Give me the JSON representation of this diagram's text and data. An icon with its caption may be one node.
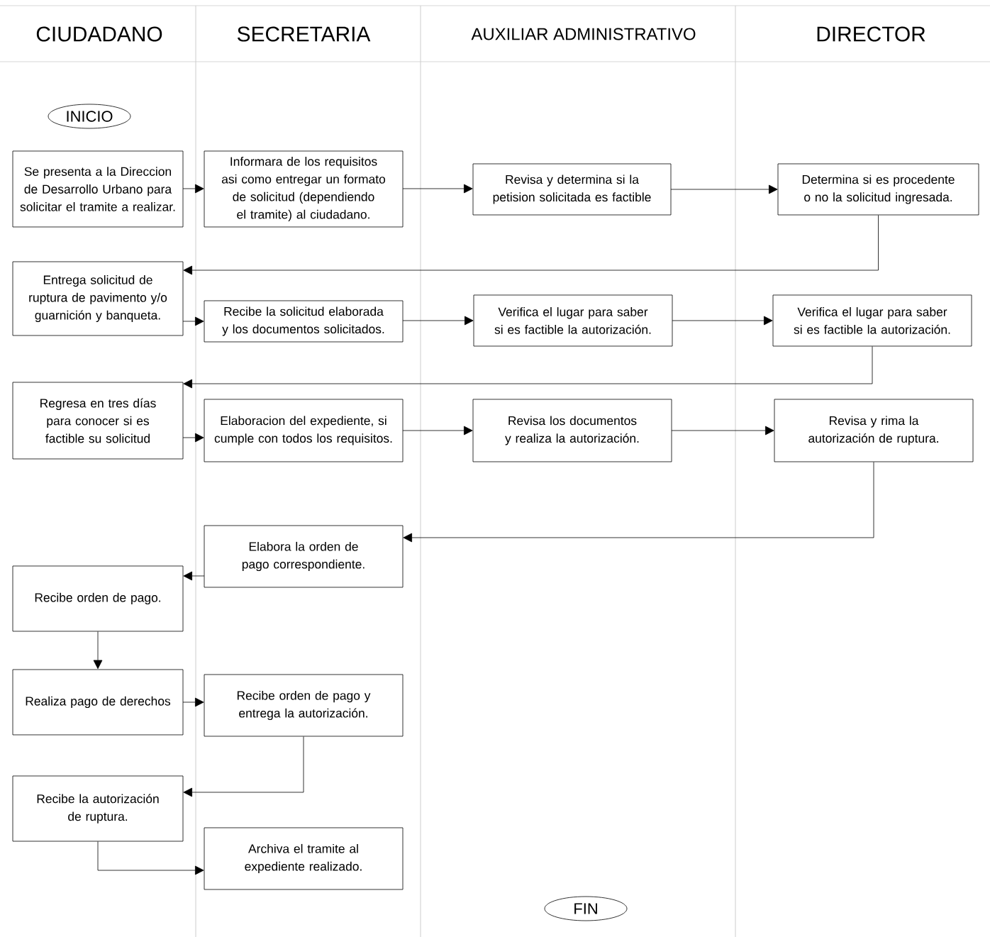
{
  "diagram": {
    "nodes": [
      {
        "text": [
          "INICIO"
        ]
      },
      {
        "text": [
          "Se presenta a la Direccion de Desarrollo Urbano para solicitar el tramite a realizar."
        ]
      },
      {
        "text": [
          "Informara de los requisitos asi como entregar un formato de solicitud (dependiendo el tramite) al ciudadano."
        ]
      },
      {
        "text": [
          "Revisa y determina si la petision solicitada es factible"
        ]
      },
      {
        "text": [
          "Determina si es procedente o no la solicitud ingresada."
        ]
      },
      {
        "text": [
          "Entrega solicitud de ruptura de pavimento y/o guarnición y banqueta."
        ]
      },
      {
        "text": [
          "Recibe la solicitud elaborada y los documentos solicitados."
        ]
      },
      {
        "text": [
          "Verifica el lugar para saber si es factible la autorización."
        ]
      },
      {
        "text": [
          "Verifica el lugar para saber si es factible la autorización."
        ]
      },
      {
        "text": [
          "Regresa en tres días para conocer si es factible su solicitud"
        ]
      },
      {
        "text": [
          "Elaboracion del expediente, si cumple con todos los requisitos."
        ]
      },
      {
        "text": [
          "Revisa los documentos y realiza la autorización."
        ]
      },
      {
        "text": [
          "Revisa y rima la autorización de ruptura."
        ]
      },
      {
        "text": [
          "Elabora la orden de pago correspondiente."
        ]
      },
      {
        "text": [
          "Recibe orden de pago."
        ]
      },
      {
        "text": [
          "Realiza pago de derechos"
        ]
      },
      {
        "text": [
          "Recibe orden de pago y entrega la autorización."
        ]
      },
      {
        "text": [
          "Recibe la autorización de ruptura."
        ]
      },
      {
        "text": [
          "Archiva el tramite al expediente realizado."
        ]
      },
      {
        "text": [
          "FIN"
        ]
      }
    ],
    "edges": [
      {
        "from": 1,
        "to": 2,
        "arrow": "to"
      },
      {
        "from": 2,
        "to": 3,
        "arrow": "to"
      },
      {
        "from": 3,
        "to": 4,
        "arrow": "to"
      },
      {
        "from": 4,
        "to": 5,
        "arrow": "to"
      },
      {
        "from": 5,
        "to": 6,
        "arrow": "to"
      },
      {
        "from": 6,
        "to": 7,
        "arrow": "to"
      },
      {
        "from": 7,
        "to": 8,
        "arrow": "to"
      },
      {
        "from": 8,
        "to": 9,
        "arrow": "to"
      },
      {
        "from": 9,
        "to": 10,
        "arrow": "to"
      },
      {
        "from": 10,
        "to": 11,
        "arrow": "to"
      },
      {
        "from": 11,
        "to": 12,
        "arrow": "to"
      },
      {
        "from": 12,
        "to": 13,
        "arrow": "to"
      },
      {
        "from": 13,
        "to": 14,
        "arrow": "to"
      },
      {
        "from": 14,
        "to": 15,
        "arrow": "to"
      },
      {
        "from": 15,
        "to": 16,
        "arrow": "to"
      },
      {
        "from": 16,
        "to": 17,
        "arrow": "to"
      },
      {
        "from": 17,
        "to": 18,
        "arrow": "to"
      }
    ],
    "labels": [
      "CIUDADANO",
      "SECRETARIA",
      "AUXILIAR ADMINISTRATIVO",
      "DIRECTOR"
    ]
  }
}
